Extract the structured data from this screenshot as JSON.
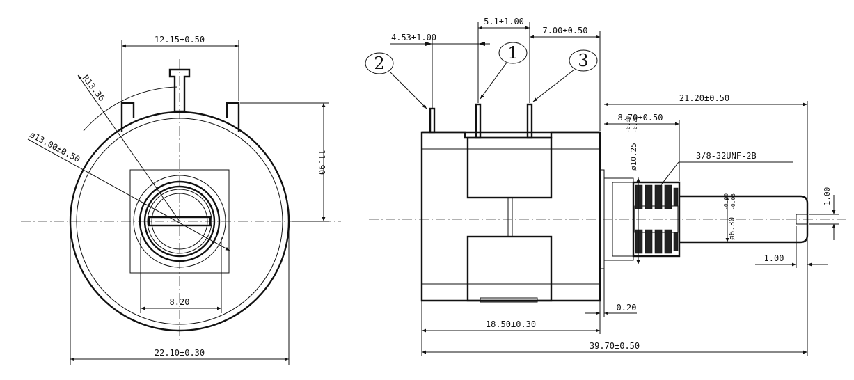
{
  "front_view": {
    "width_dim": "12.15±0.50",
    "radius_dim": "R13.36",
    "outer_diameter_dim": "ø13.00±0.50",
    "height_dim": "11.90",
    "shaft_width_dim": "8.20",
    "overall_width_dim": "22.10±0.30"
  },
  "side_view": {
    "terminal_1": "1",
    "terminal_2": "2",
    "terminal_3": "3",
    "pitch_a": "4.53±1.00",
    "pitch_b": "5.1±1.00",
    "pitch_c": "7.00±0.50",
    "shaft_length": "21.20±0.50",
    "bushing_length": "8.70±0.50",
    "bushing_diameter": "ø10.25",
    "bushing_tol_upper": "-0.00",
    "bushing_tol_lower": "-0.20",
    "thread_spec": "3/8-32UNF-2B",
    "shaft_diameter": "ø6.30",
    "shaft_tol_upper": "-0.00",
    "shaft_tol_lower": "-0.05",
    "slot_width": "1.00",
    "slot_depth": "1.00",
    "flange_thickness": "0.20",
    "body_length": "18.50±0.30",
    "overall_length": "39.70±0.50"
  }
}
